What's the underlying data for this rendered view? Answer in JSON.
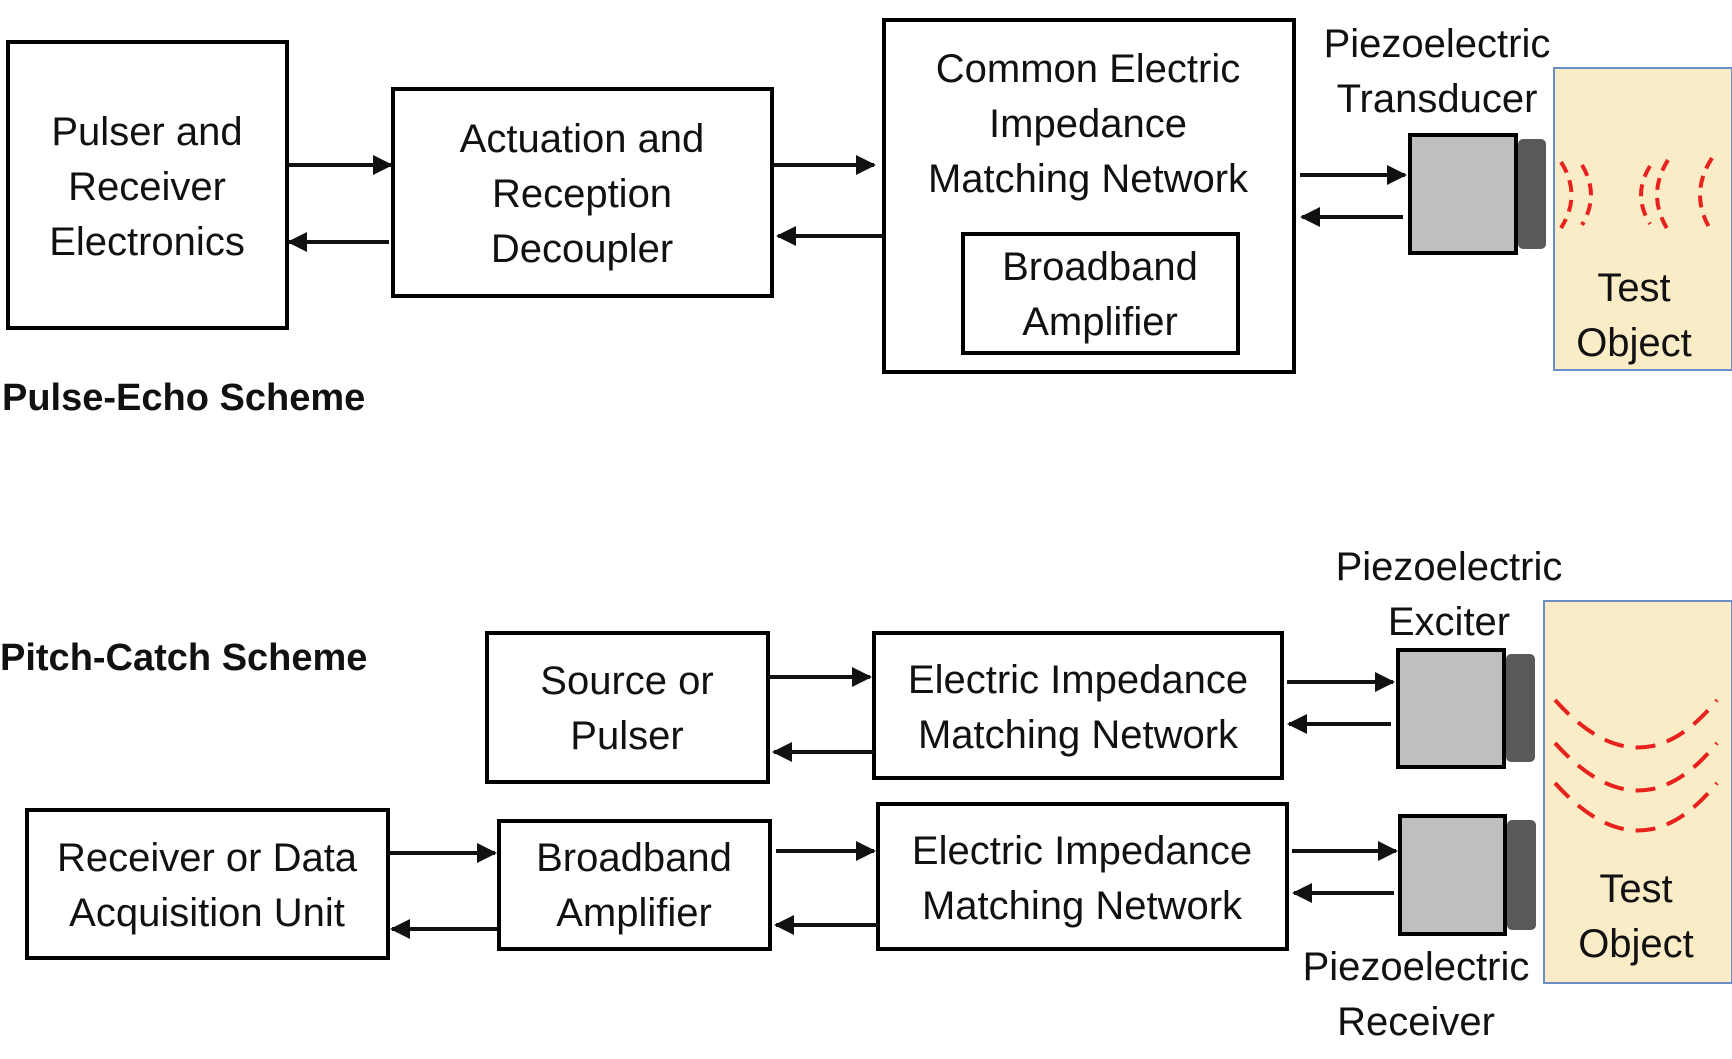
{
  "colors": {
    "test_object_fill": "#fbecc8",
    "test_object_stroke": "#6b8fc4",
    "transducer_body": "#bfbfbf",
    "transducer_face": "#595959",
    "wave": "#e8211c"
  },
  "pulse_echo": {
    "heading": "Pulse-Echo Scheme",
    "pulser_receiver": [
      "Pulser and",
      "Receiver",
      "Electronics"
    ],
    "decoupler": [
      "Actuation and",
      "Reception",
      "Decoupler"
    ],
    "matching_network": [
      "Common Electric",
      "Impedance",
      "Matching Network"
    ],
    "amplifier": [
      "Broadband",
      "Amplifier"
    ],
    "transducer_label": [
      "Piezoelectric",
      "Transducer"
    ],
    "test_object": [
      "Test",
      "Object"
    ]
  },
  "pitch_catch": {
    "heading": "Pitch-Catch Scheme",
    "source": [
      "Source or",
      "Pulser"
    ],
    "exciter_matching": [
      "Electric Impedance",
      "Matching Network"
    ],
    "receiver_unit": [
      "Receiver or Data",
      "Acquisition Unit"
    ],
    "amplifier": [
      "Broadband",
      "Amplifier"
    ],
    "receiver_matching": [
      "Electric Impedance",
      "Matching Network"
    ],
    "exciter_label": [
      "Piezoelectric",
      "Exciter"
    ],
    "receiver_label": [
      "Piezoelectric",
      "Receiver"
    ],
    "test_object": [
      "Test",
      "Object"
    ]
  }
}
